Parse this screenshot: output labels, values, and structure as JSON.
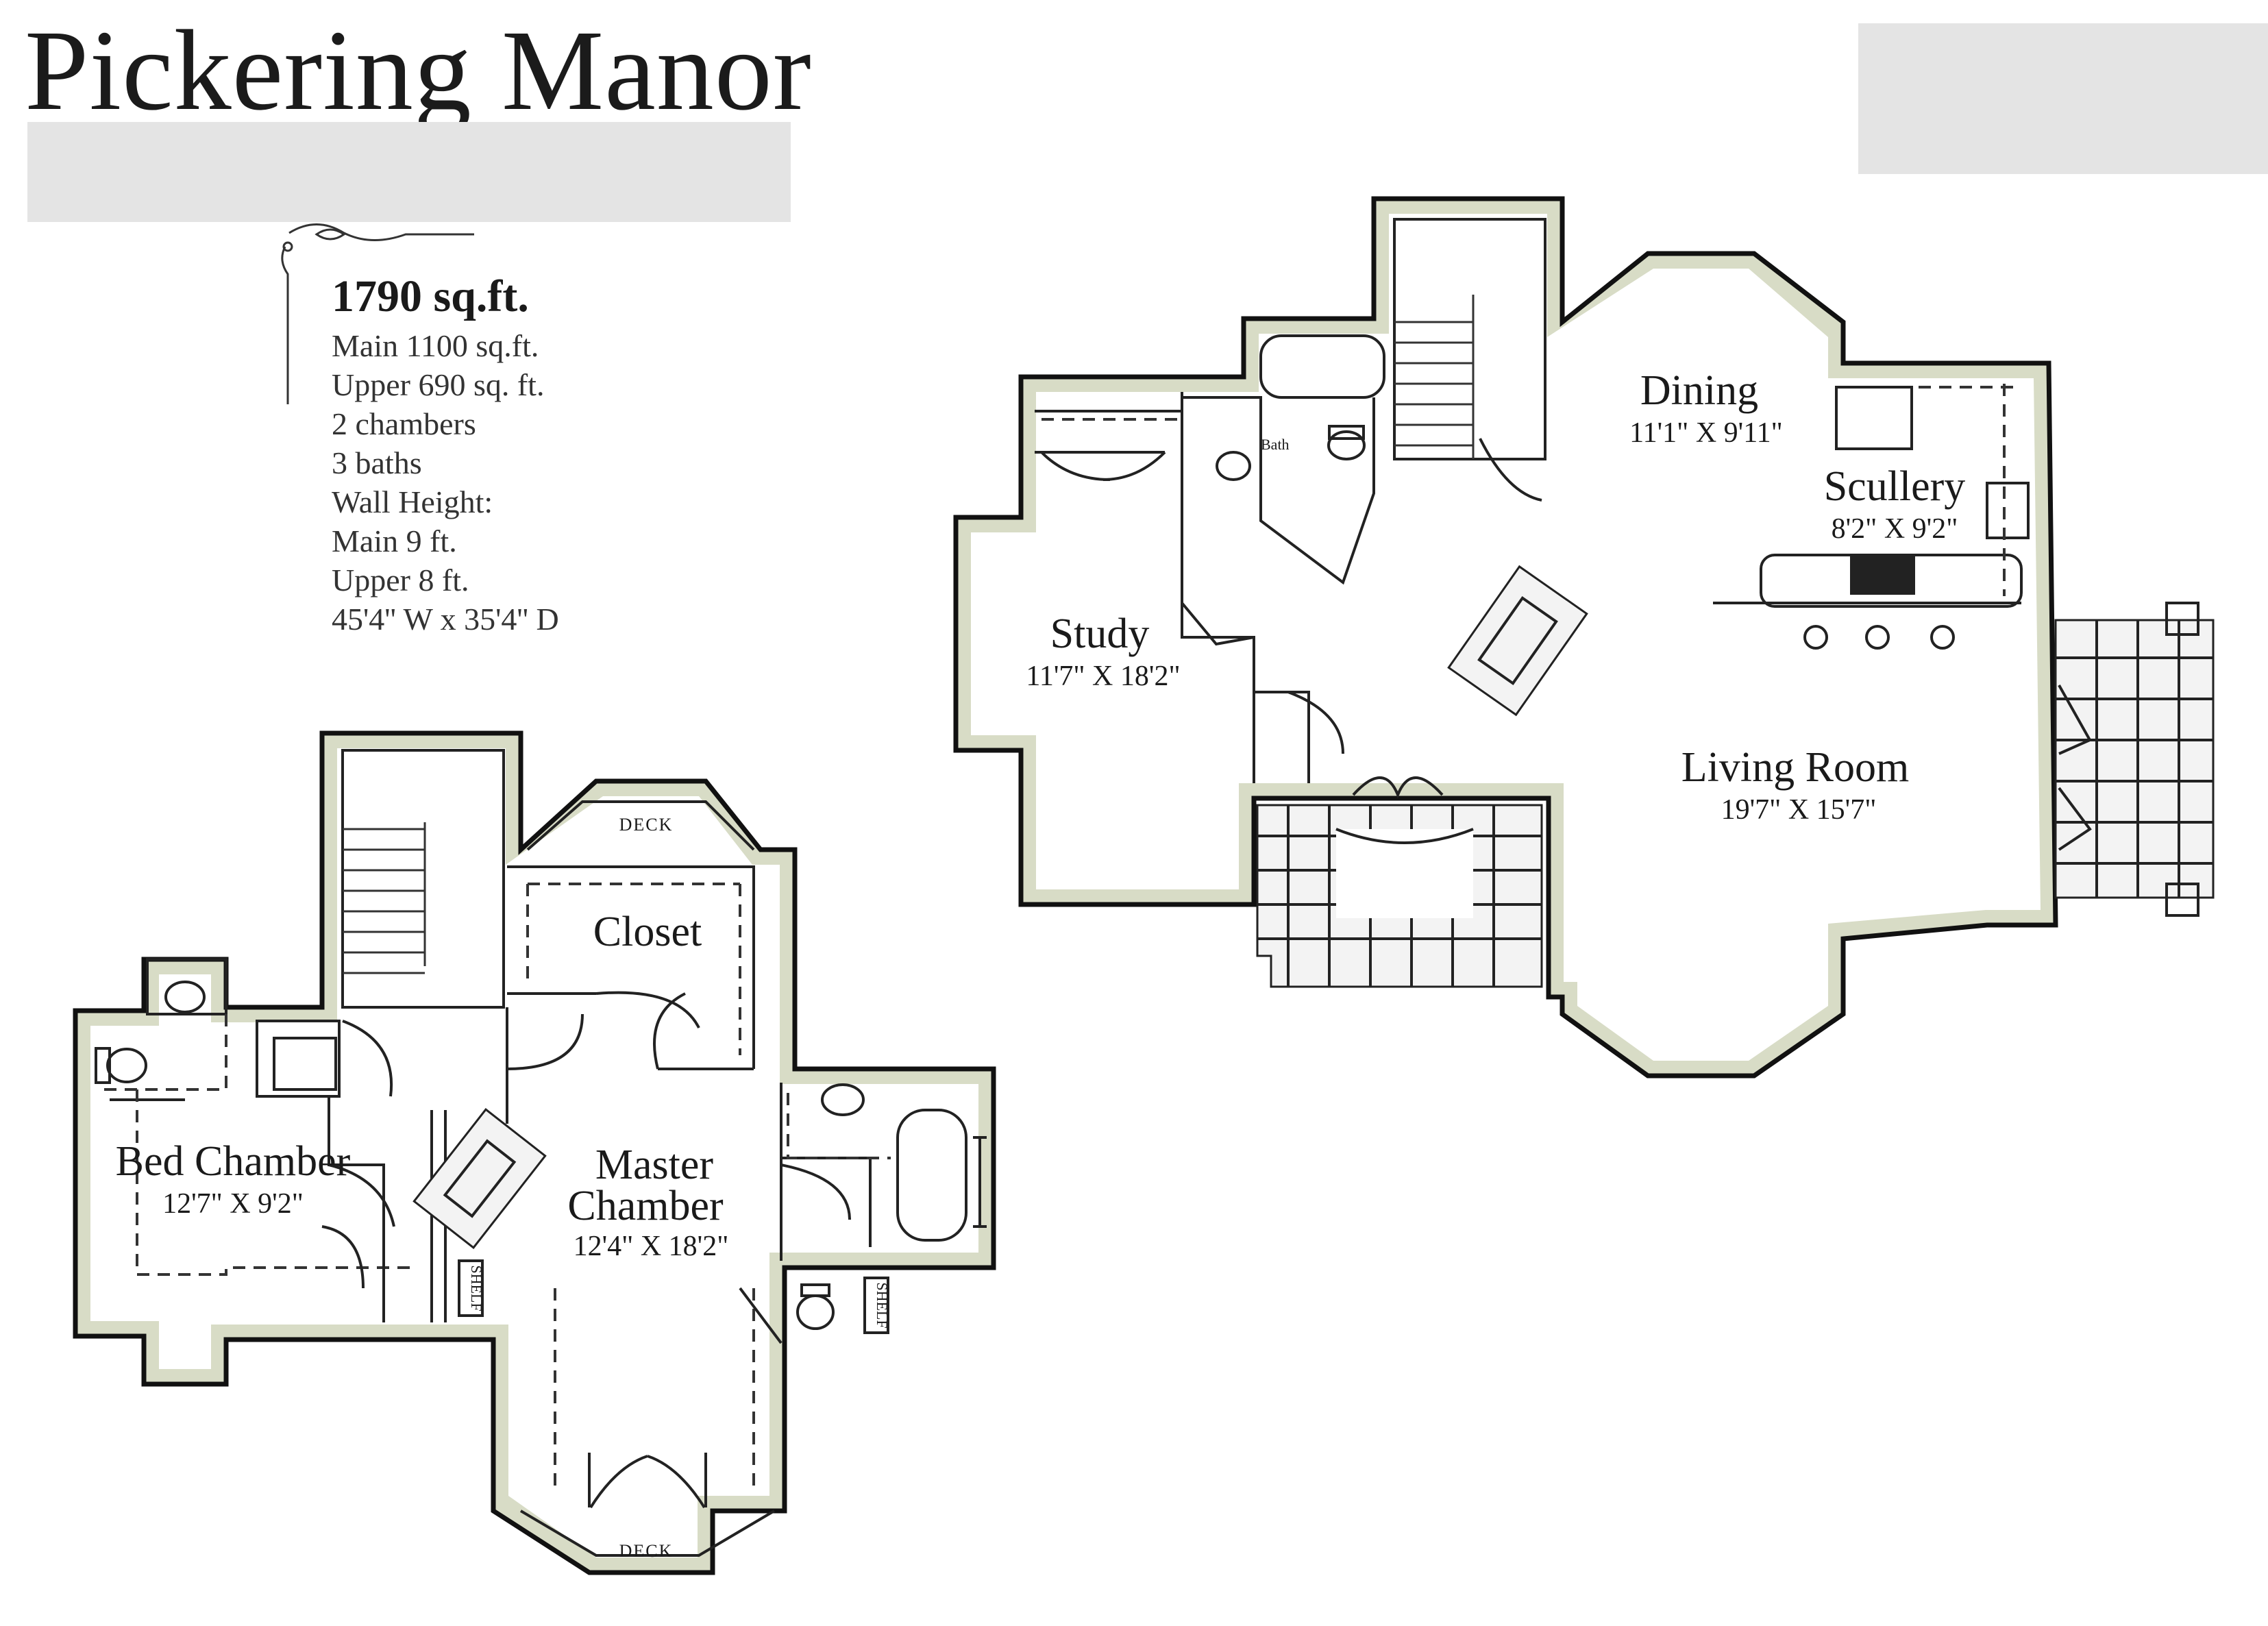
{
  "title": "Pickering Manor",
  "stats": {
    "total": "1790 sq.ft.",
    "lines": [
      "Main 1100 sq.ft.",
      "Upper 690 sq. ft.",
      "2 chambers",
      "3 baths",
      "Wall Height:",
      "Main 9 ft.",
      "Upper 8 ft.",
      "45'4'' W x 35'4'' D"
    ]
  },
  "main_floor": {
    "rooms": {
      "dining": {
        "name": "Dining",
        "dim": "11'1\" X 9'11\""
      },
      "scullery": {
        "name": "Scullery",
        "dim": "8'2\" X 9'2\""
      },
      "study": {
        "name": "Study",
        "dim": "11'7\" X 18'2\""
      },
      "living": {
        "name": "Living Room",
        "dim": "19'7\" X 15'7\""
      },
      "bath": {
        "name": "Bath"
      }
    }
  },
  "upper_floor": {
    "rooms": {
      "closet": {
        "name": "Closet"
      },
      "bed": {
        "name": "Bed Chamber",
        "dim": "12'7\" X 9'2\""
      },
      "master": {
        "name1": "Master",
        "name2": "Chamber",
        "dim": "12'4\" X 18'2\""
      },
      "deck_top": {
        "name": "DECK"
      },
      "deck_bottom": {
        "name": "DECK"
      },
      "shelf1": {
        "name": "SHELF"
      },
      "shelf2": {
        "name": "SHELF"
      }
    }
  },
  "colors": {
    "wall_fill": "#d8dcc6",
    "line": "#111111",
    "redaction": "#e4e4e4"
  }
}
